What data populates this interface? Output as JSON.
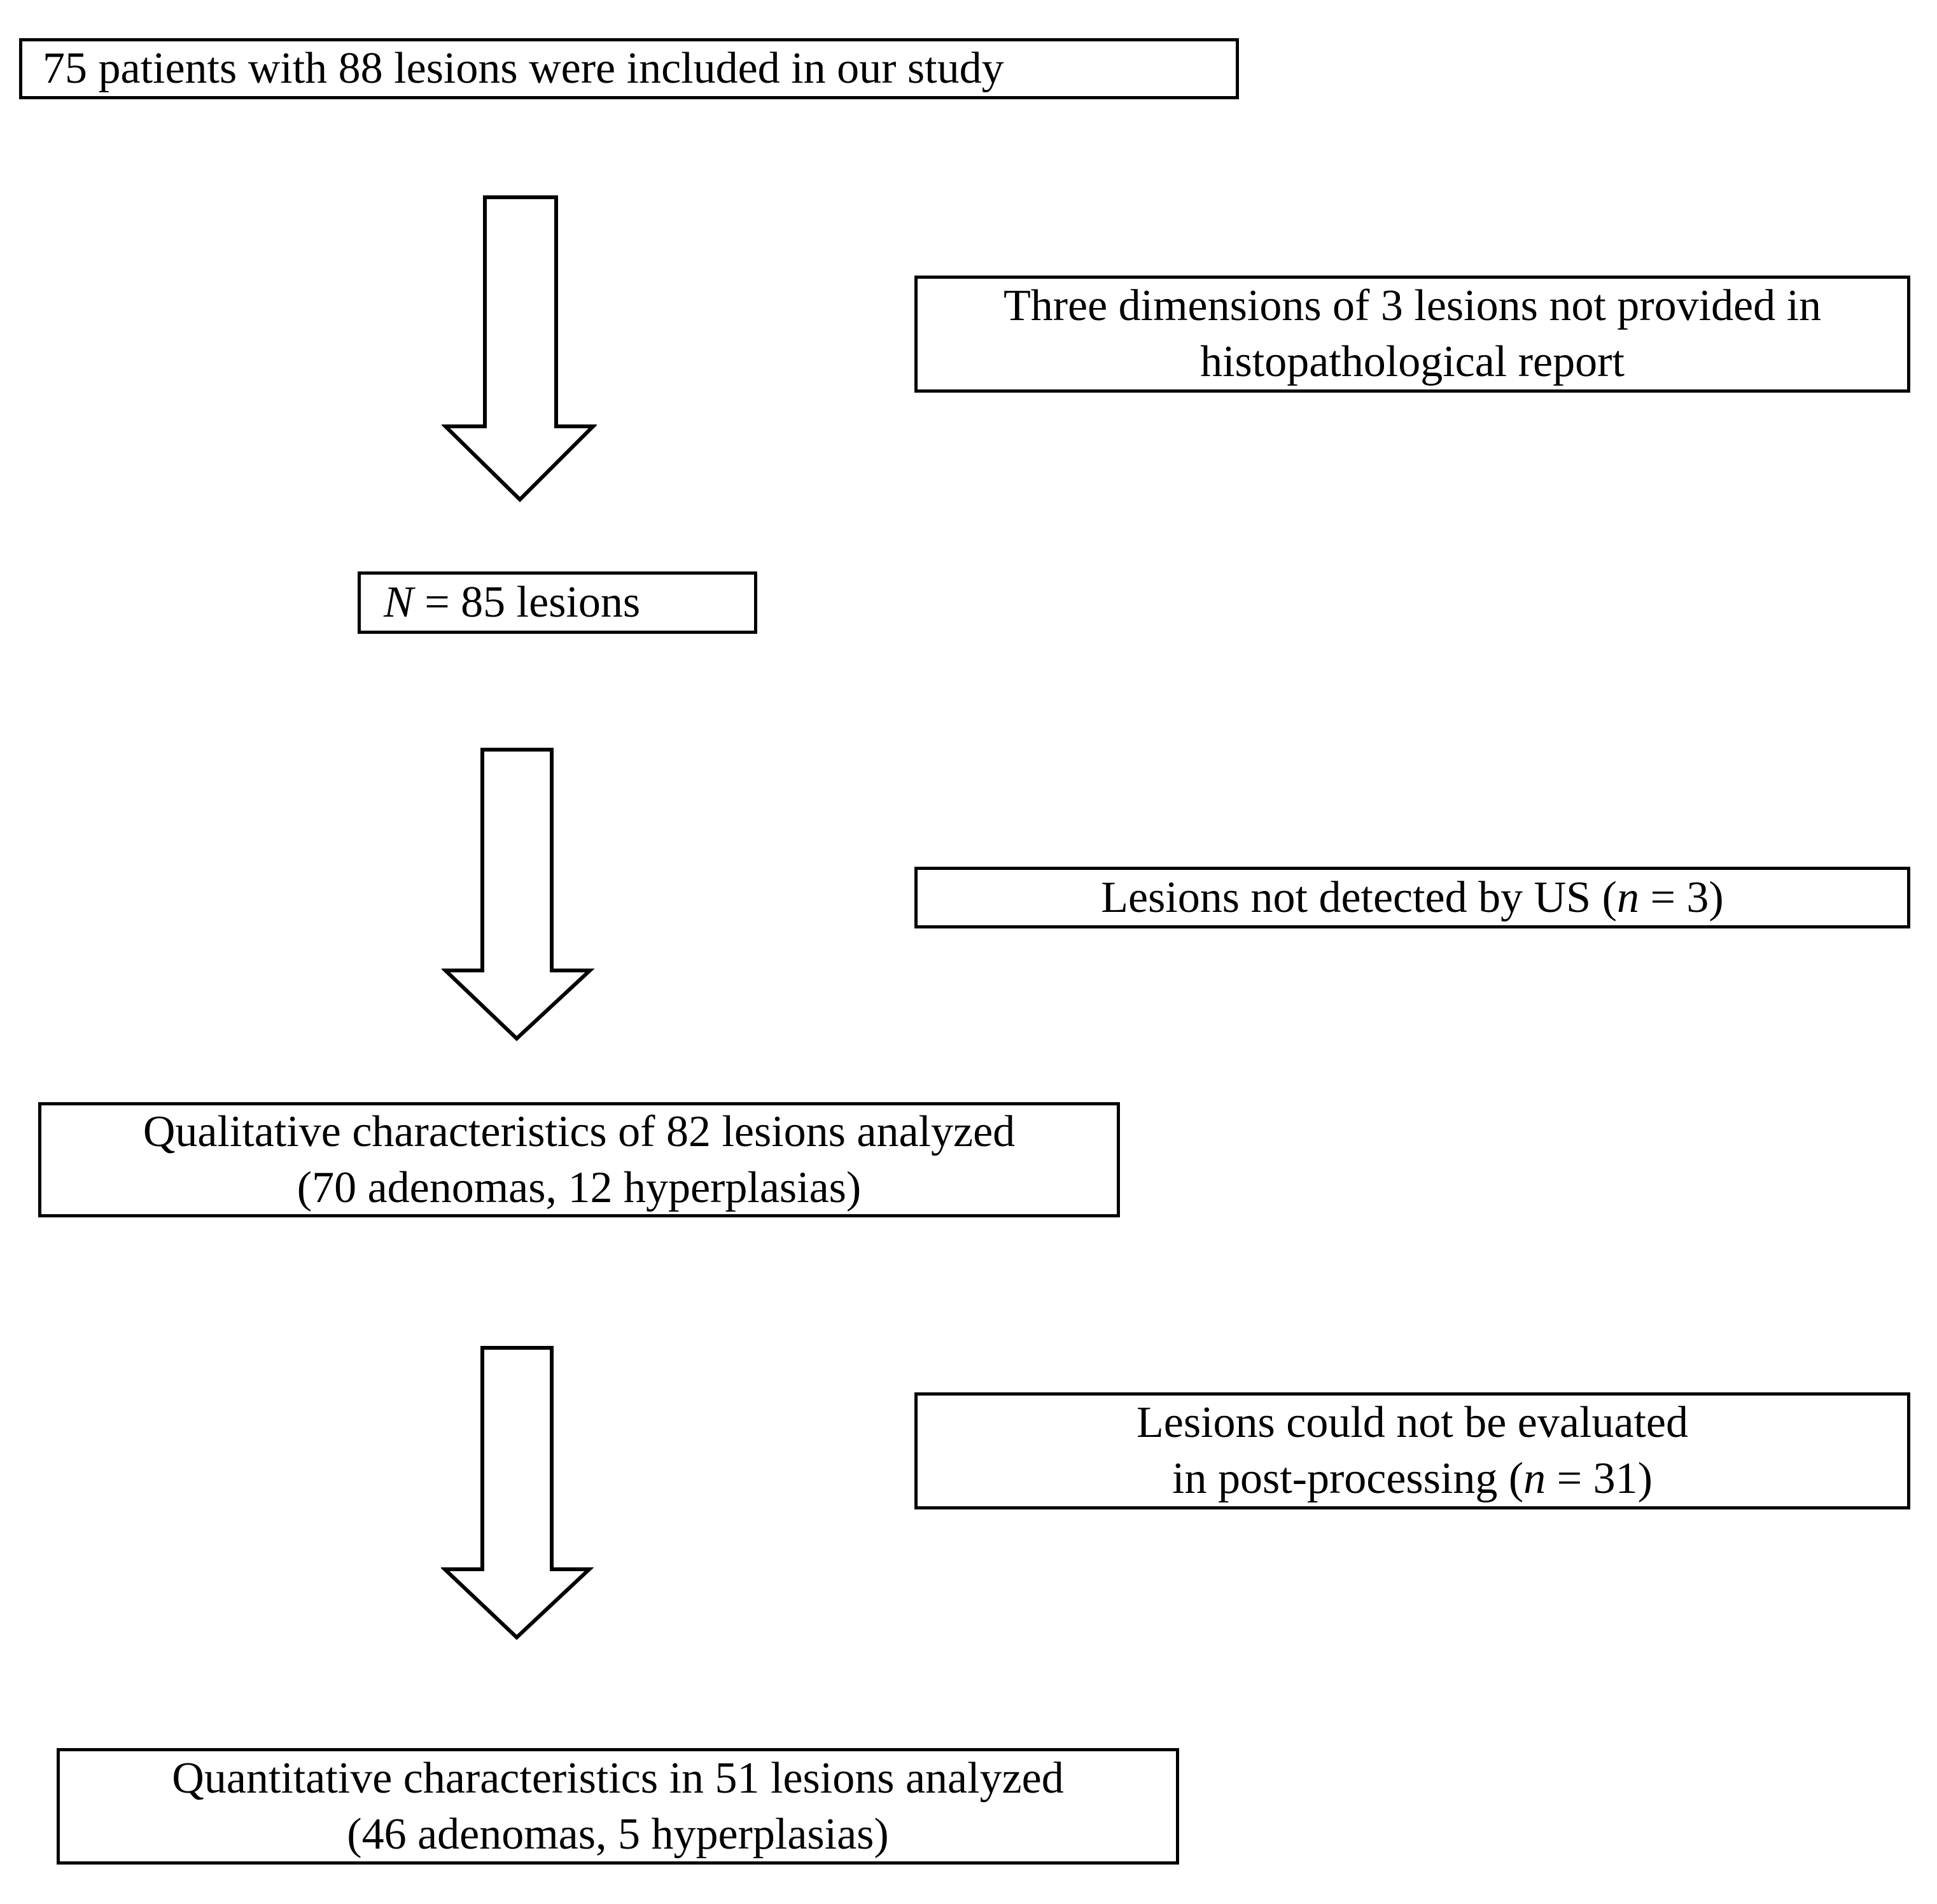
{
  "figure": {
    "background_color": "#ffffff",
    "line_color": "#000000",
    "description": "Study flow diagram of patients and lesions"
  },
  "boxes": {
    "included": {
      "text": "75 patients with 88 lesions were included in our study"
    },
    "dimensions_not_provided": {
      "line1": "Three dimensions of 3 lesions not provided in",
      "line2": "histopathological report"
    },
    "n85": {
      "italic": "N",
      "rest": " = 85 lesions"
    },
    "not_detected": {
      "pre": "Lesions not detected by US (",
      "italic": "n",
      "post": " = 3)"
    },
    "qualitative": {
      "line1": "Qualitative characteristics of 82 lesions analyzed",
      "line2": "(70 adenomas, 12 hyperplasias)"
    },
    "not_evaluated": {
      "line1": "Lesions could not be evaluated",
      "line2_pre": "in post-processing (",
      "line2_italic": "n",
      "line2_post": " = 31)"
    },
    "quantitative": {
      "line1": "Quantitative characteristics in 51 lesions analyzed",
      "line2": "(46 adenomas, 5 hyperplasias)"
    }
  }
}
